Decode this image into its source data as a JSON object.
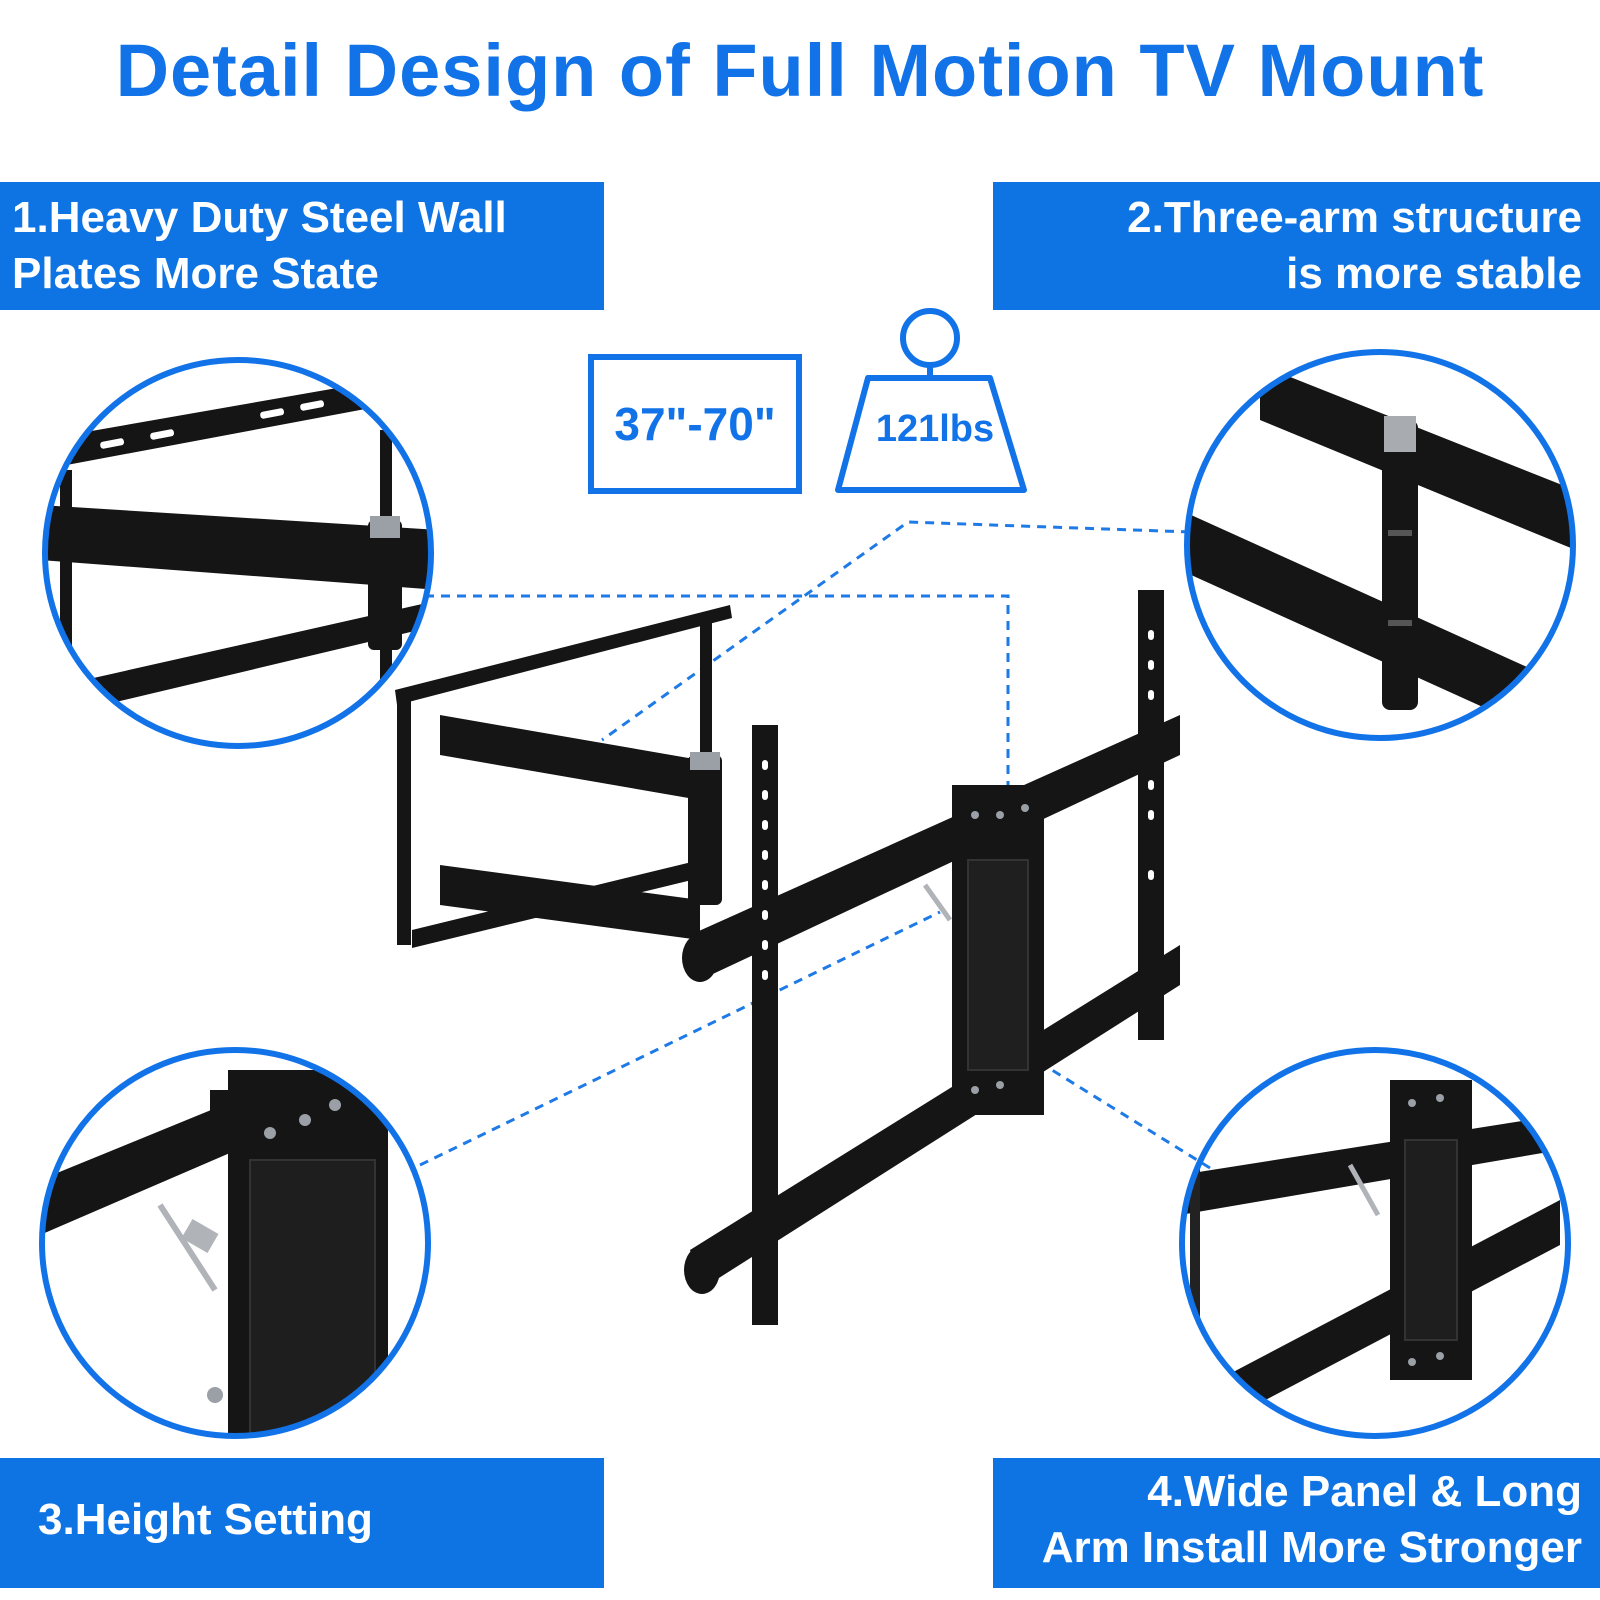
{
  "title": "Detail Design of Full Motion TV Mount",
  "features": [
    {
      "lines": [
        "1.Heavy Duty Steel Wall",
        "Plates More State"
      ]
    },
    {
      "lines": [
        "2.Three-arm structure",
        "is more stable"
      ]
    },
    {
      "lines": [
        "3.Height Setting"
      ]
    },
    {
      "lines": [
        "4.Wide Panel & Long",
        "Arm Install More Stronger"
      ]
    }
  ],
  "tv_size": "37\"-70\"",
  "max_load": "121lbs",
  "colors": {
    "accent": "#1273e8",
    "banner": "#0f74e3",
    "metal": "#151515"
  },
  "icons": [
    "tv-size-frame-icon",
    "weight-icon"
  ]
}
